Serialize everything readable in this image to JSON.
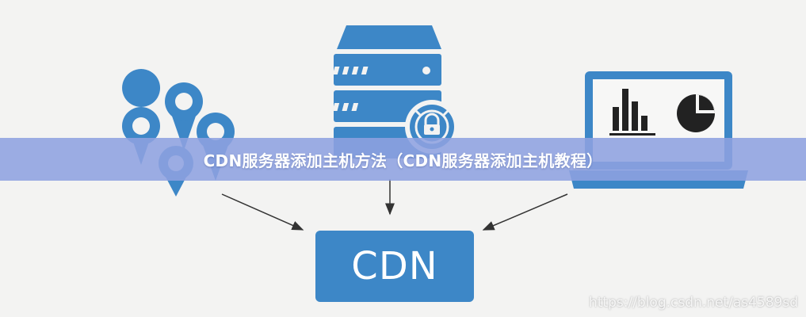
{
  "banner": {
    "title": "CDN服务器添加主机方法（CDN服务器添加主机教程）"
  },
  "diagram": {
    "center_node_label": "CDN",
    "icons": [
      "map-pin-icon",
      "server-stack-icon",
      "laptop-analytics-icon"
    ]
  },
  "watermark": "https://blog.csdn.net/as4589sd",
  "colors": {
    "primary_blue": "#3d87c7",
    "banner": "#8ea2e0",
    "background": "#f3f3f2",
    "arrow": "#333333"
  }
}
